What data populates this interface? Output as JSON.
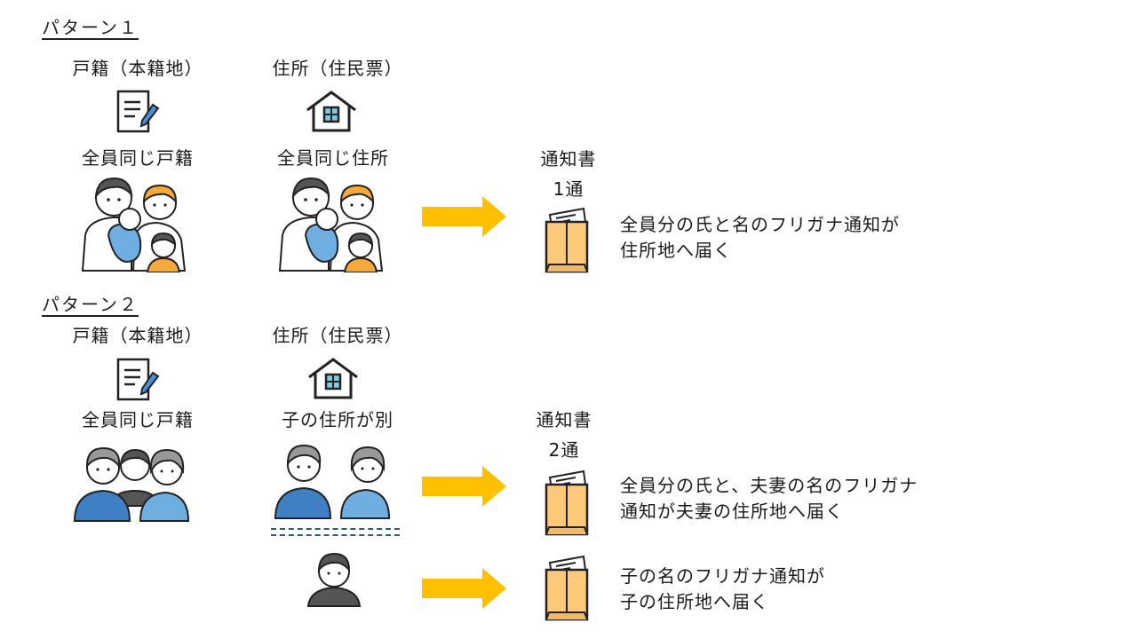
{
  "patterns": [
    {
      "title": "パターン１",
      "koseki_label": "戸籍（本籍地）",
      "address_label": "住所（住民票）",
      "koseki_status": "全員同じ戸籍",
      "address_status": "全員同じ住所",
      "notice_label": "通知書",
      "notice_count": "1通",
      "deliveries": [
        {
          "text_line1": "全員分の氏と名のフリガナ通知が",
          "text_line2": "住所地へ届く"
        }
      ]
    },
    {
      "title": "パターン２",
      "koseki_label": "戸籍（本籍地）",
      "address_label": "住所（住民票）",
      "koseki_status": "全員同じ戸籍",
      "address_status": "子の住所が別",
      "notice_label": "通知書",
      "notice_count": "2通",
      "deliveries": [
        {
          "text_line1": "全員分の氏と、夫妻の名のフリガナ",
          "text_line2": "通知が夫妻の住所地へ届く"
        },
        {
          "text_line1": "子の名のフリガナ通知が",
          "text_line2": "子の住所地へ届く"
        }
      ]
    }
  ],
  "icons": {
    "document": "document-pen-icon",
    "house": "house-icon",
    "family": "family-illustration",
    "envelope": "envelope-icon",
    "arrow": "arrow-right-icon"
  },
  "colors": {
    "arrow": "#FFC000",
    "envelope": "#FFC97A",
    "pen": "#4A90D9",
    "window": "#7EC8E3",
    "sweater_dark": "#3F7FC4",
    "sweater_light": "#6FAEE0",
    "dash": "#2F5D6E"
  }
}
